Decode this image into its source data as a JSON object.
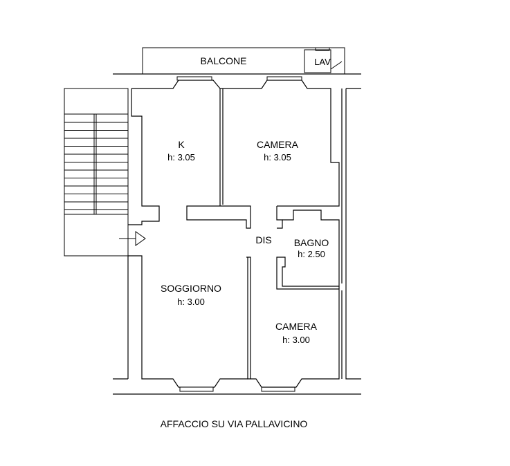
{
  "rooms": {
    "balcone": {
      "name": "BALCONE"
    },
    "lav": {
      "name": "LAV"
    },
    "kitchen": {
      "name": "K",
      "height": "h: 3.05"
    },
    "camera_top": {
      "name": "CAMERA",
      "height": "h: 3.05"
    },
    "dis": {
      "name": "DIS"
    },
    "bagno": {
      "name": "BAGNO",
      "height": "h: 2.50"
    },
    "soggiorno": {
      "name": "SOGGIORNO",
      "height": "h: 3.00"
    },
    "camera_bottom": {
      "name": "CAMERA",
      "height": "h: 3.00"
    }
  },
  "caption": "AFFACCIO SU VIA PALLAVICINO"
}
